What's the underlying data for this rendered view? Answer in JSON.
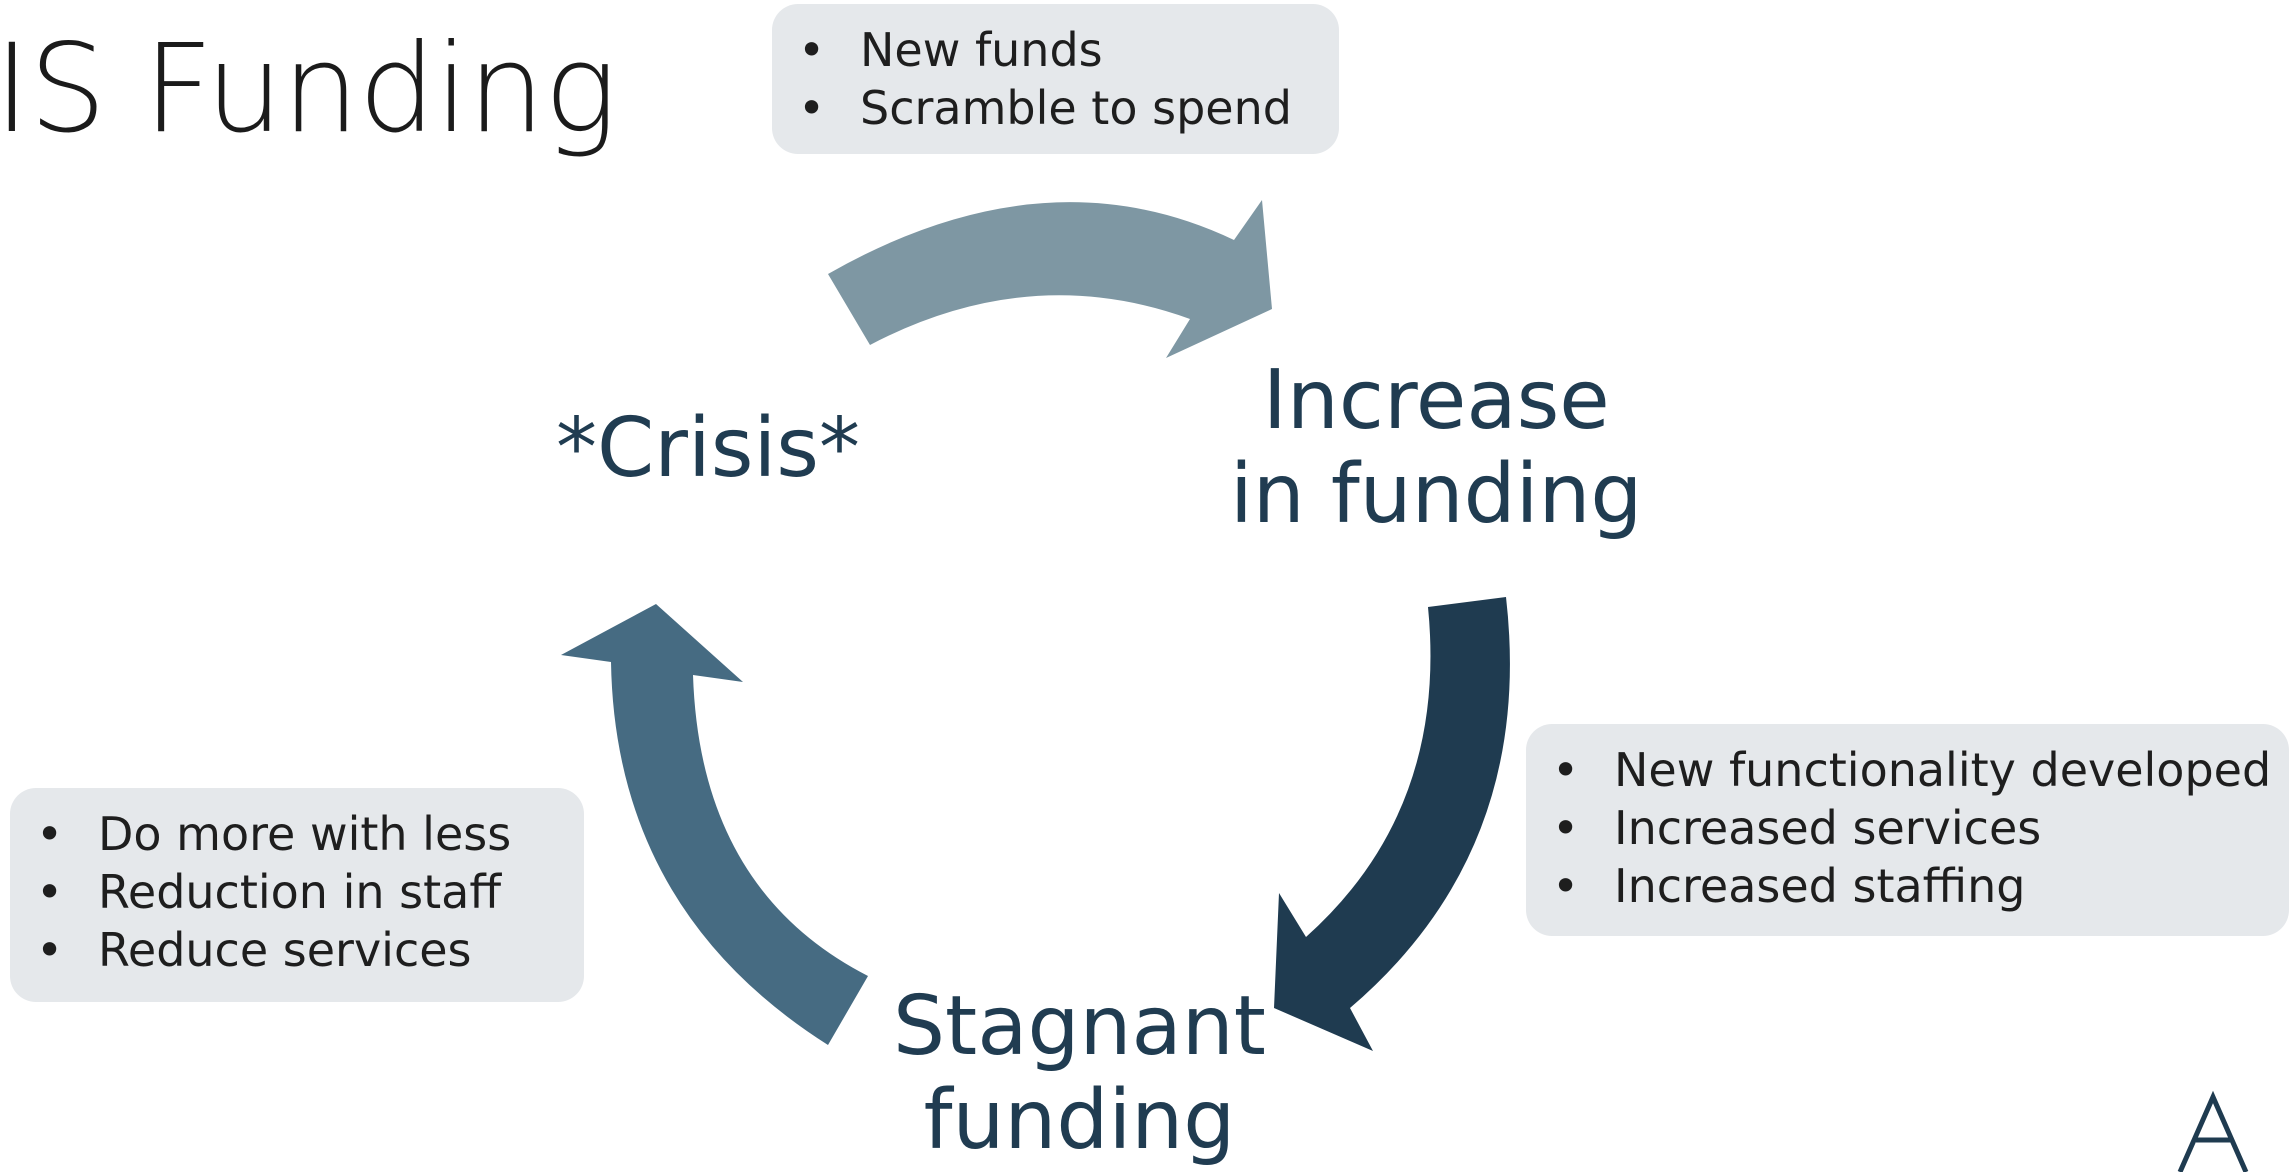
{
  "title": "IS Funding",
  "nodes": {
    "crisis": "*Crisis*",
    "increase_line1": "Increase",
    "increase_line2": "in funding",
    "stagnant_line1": "Stagnant",
    "stagnant_line2": "funding"
  },
  "boxes": {
    "top": [
      "New funds",
      "Scramble to spend"
    ],
    "right": [
      "New functionality developed",
      "Increased services",
      "Increased staffing"
    ],
    "left": [
      "Do more with less",
      "Reduction in staff",
      "Reduce services"
    ]
  },
  "bullet_char": "•",
  "colors": {
    "arrow_top": "#7e97a3",
    "arrow_right": "#1f3b50",
    "arrow_left": "#466b82",
    "node_text": "#203c51",
    "box_bg": "#e5e8eb"
  },
  "logo": {
    "icon": "stylized-A-logo-icon"
  }
}
